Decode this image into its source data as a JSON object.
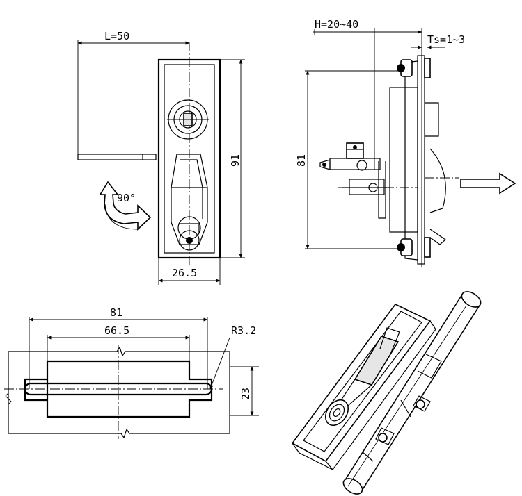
{
  "front_view": {
    "length_label": "L=50",
    "height_label": "91",
    "width_label": "26.5",
    "rotation_label": "90°"
  },
  "side_view": {
    "grip_label": "H=20~40",
    "panel_label": "Ts=1~3",
    "height_label": "81"
  },
  "cutout_view": {
    "outer_label": "81",
    "inner_label": "66.5",
    "radius_label": "R3.2",
    "height_label": "23"
  }
}
